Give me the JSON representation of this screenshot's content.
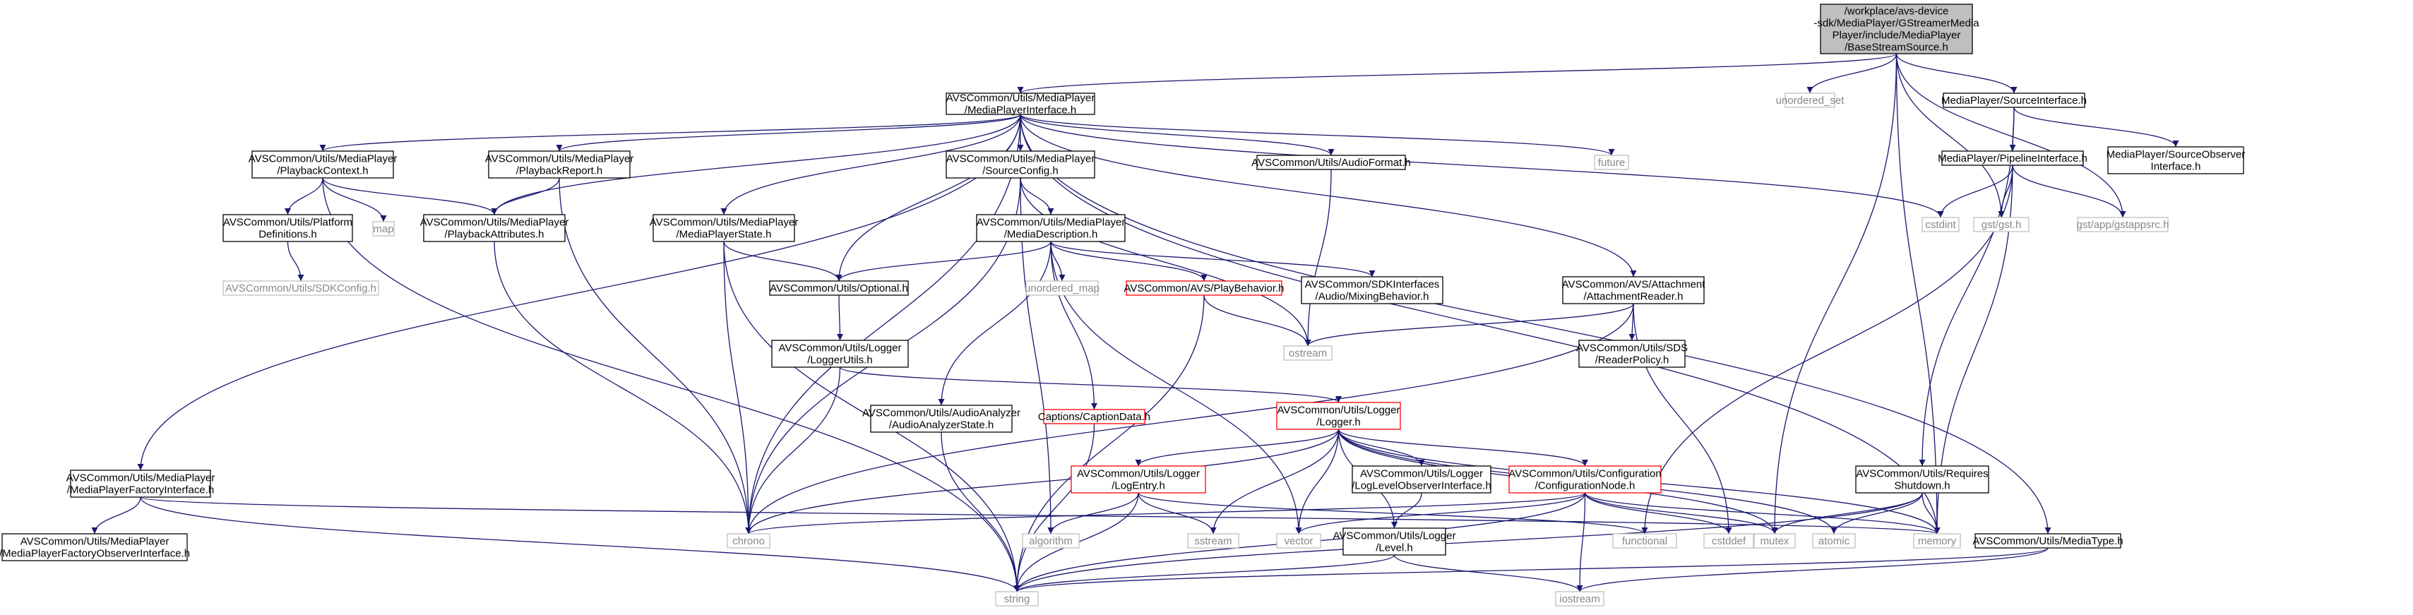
{
  "colors": {
    "edge": "#191970",
    "root_fill": "#bfbfbf",
    "node_border": "#000000",
    "missing_border": "#bfbfbf",
    "partial_border": "#ff0000",
    "missing_text": "#888888"
  },
  "diagram": {
    "nodes": [
      {
        "id": "root",
        "lines": [
          "/workplace/avs-device",
          "-sdk/MediaPlayer/GStreamerMedia",
          "Player/include/MediaPlayer",
          "/BaseStreamSource.h"
        ],
        "kind": "root"
      },
      {
        "id": "mpi",
        "lines": [
          "AVSCommon/Utils/MediaPlayer",
          "/MediaPlayerInterface.h"
        ],
        "kind": "doc"
      },
      {
        "id": "unordered_set",
        "lines": [
          "unordered_set"
        ],
        "kind": "sys"
      },
      {
        "id": "srcif",
        "lines": [
          "MediaPlayer/SourceInterface.h"
        ],
        "kind": "doc"
      },
      {
        "id": "pbctx",
        "lines": [
          "AVSCommon/Utils/MediaPlayer",
          "/PlaybackContext.h"
        ],
        "kind": "doc"
      },
      {
        "id": "pbreport",
        "lines": [
          "AVSCommon/Utils/MediaPlayer",
          "/PlaybackReport.h"
        ],
        "kind": "doc"
      },
      {
        "id": "srccfg",
        "lines": [
          "AVSCommon/Utils/MediaPlayer",
          "/SourceConfig.h"
        ],
        "kind": "doc"
      },
      {
        "id": "audiofmt",
        "lines": [
          "AVSCommon/Utils/AudioFormat.h"
        ],
        "kind": "doc"
      },
      {
        "id": "future",
        "lines": [
          "future"
        ],
        "kind": "sys"
      },
      {
        "id": "map",
        "lines": [
          "map"
        ],
        "kind": "sys"
      },
      {
        "id": "platdef",
        "lines": [
          "AVSCommon/Utils/Platform",
          "Definitions.h"
        ],
        "kind": "doc"
      },
      {
        "id": "sdkconfig",
        "lines": [
          "AVSCommon/Utils/SDKConfig.h"
        ],
        "kind": "sys"
      },
      {
        "id": "pbattr",
        "lines": [
          "AVSCommon/Utils/MediaPlayer",
          "/PlaybackAttributes.h"
        ],
        "kind": "doc"
      },
      {
        "id": "mpstate",
        "lines": [
          "AVSCommon/Utils/MediaPlayer",
          "/MediaPlayerState.h"
        ],
        "kind": "doc"
      },
      {
        "id": "mediadesc",
        "lines": [
          "AVSCommon/Utils/MediaPlayer",
          "/MediaDescription.h"
        ],
        "kind": "doc"
      },
      {
        "id": "optional",
        "lines": [
          "AVSCommon/Utils/Optional.h"
        ],
        "kind": "doc"
      },
      {
        "id": "unordered_map",
        "lines": [
          "unordered_map"
        ],
        "kind": "sys"
      },
      {
        "id": "playbehavior",
        "lines": [
          "AVSCommon/AVS/PlayBehavior.h"
        ],
        "kind": "partial"
      },
      {
        "id": "mixbehavior",
        "lines": [
          "AVSCommon/SDKInterfaces",
          "/Audio/MixingBehavior.h"
        ],
        "kind": "doc"
      },
      {
        "id": "attreader",
        "lines": [
          "AVSCommon/AVS/Attachment",
          "/AttachmentReader.h"
        ],
        "kind": "doc"
      },
      {
        "id": "ostream",
        "lines": [
          "ostream"
        ],
        "kind": "sys"
      },
      {
        "id": "sdsreader",
        "lines": [
          "AVSCommon/Utils/SDS",
          "/ReaderPolicy.h"
        ],
        "kind": "doc"
      },
      {
        "id": "loggerutils",
        "lines": [
          "AVSCommon/Utils/Logger",
          "/LoggerUtils.h"
        ],
        "kind": "doc"
      },
      {
        "id": "aastate",
        "lines": [
          "AVSCommon/Utils/AudioAnalyzer",
          "/AudioAnalyzerState.h"
        ],
        "kind": "doc"
      },
      {
        "id": "caption",
        "lines": [
          "Captions/CaptionData.h"
        ],
        "kind": "partial"
      },
      {
        "id": "logger",
        "lines": [
          "AVSCommon/Utils/Logger",
          "/Logger.h"
        ],
        "kind": "partial"
      },
      {
        "id": "pipeline",
        "lines": [
          "MediaPlayer/PipelineInterface.h"
        ],
        "kind": "doc"
      },
      {
        "id": "srcobs",
        "lines": [
          "MediaPlayer/SourceObserver",
          "Interface.h"
        ],
        "kind": "doc"
      },
      {
        "id": "cstdint",
        "lines": [
          "cstdint"
        ],
        "kind": "sys"
      },
      {
        "id": "gst",
        "lines": [
          "gst/gst.h"
        ],
        "kind": "sys"
      },
      {
        "id": "gstapp",
        "lines": [
          "gst/app/gstappsrc.h"
        ],
        "kind": "sys"
      },
      {
        "id": "mpfactory",
        "lines": [
          "AVSCommon/Utils/MediaPlayer",
          "/MediaPlayerFactoryInterface.h"
        ],
        "kind": "doc"
      },
      {
        "id": "mpfobs",
        "lines": [
          "AVSCommon/Utils/MediaPlayer",
          "/MediaPlayerFactoryObserverInterface.h"
        ],
        "kind": "doc"
      },
      {
        "id": "logentry",
        "lines": [
          "AVSCommon/Utils/Logger",
          "/LogEntry.h"
        ],
        "kind": "partial"
      },
      {
        "id": "loglevelobs",
        "lines": [
          "AVSCommon/Utils/Logger",
          "/LogLevelObserverInterface.h"
        ],
        "kind": "doc"
      },
      {
        "id": "confignode",
        "lines": [
          "AVSCommon/Utils/Configuration",
          "/ConfigurationNode.h"
        ],
        "kind": "partial"
      },
      {
        "id": "reqshutdown",
        "lines": [
          "AVSCommon/Utils/Requires",
          "Shutdown.h"
        ],
        "kind": "doc"
      },
      {
        "id": "chrono",
        "lines": [
          "chrono"
        ],
        "kind": "sys"
      },
      {
        "id": "algorithm",
        "lines": [
          "algorithm"
        ],
        "kind": "sys"
      },
      {
        "id": "sstream",
        "lines": [
          "sstream"
        ],
        "kind": "sys"
      },
      {
        "id": "vector",
        "lines": [
          "vector"
        ],
        "kind": "sys"
      },
      {
        "id": "level",
        "lines": [
          "AVSCommon/Utils/Logger",
          "/Level.h"
        ],
        "kind": "doc"
      },
      {
        "id": "functional",
        "lines": [
          "functional"
        ],
        "kind": "sys"
      },
      {
        "id": "cstddef",
        "lines": [
          "cstddef"
        ],
        "kind": "sys"
      },
      {
        "id": "mutex",
        "lines": [
          "mutex"
        ],
        "kind": "sys"
      },
      {
        "id": "atomic",
        "lines": [
          "atomic"
        ],
        "kind": "sys"
      },
      {
        "id": "memory",
        "lines": [
          "memory"
        ],
        "kind": "sys"
      },
      {
        "id": "mediatype",
        "lines": [
          "AVSCommon/Utils/MediaType.h"
        ],
        "kind": "doc"
      },
      {
        "id": "string",
        "lines": [
          "string"
        ],
        "kind": "sys"
      },
      {
        "id": "iostream",
        "lines": [
          "iostream"
        ],
        "kind": "sys"
      }
    ],
    "edges": [
      [
        "root",
        "mpi"
      ],
      [
        "root",
        "unordered_set"
      ],
      [
        "root",
        "srcif"
      ],
      [
        "root",
        "gst"
      ],
      [
        "root",
        "gstapp"
      ],
      [
        "root",
        "mutex"
      ],
      [
        "root",
        "memory"
      ],
      [
        "mpi",
        "pbctx"
      ],
      [
        "mpi",
        "pbreport"
      ],
      [
        "mpi",
        "srccfg"
      ],
      [
        "mpi",
        "audiofmt"
      ],
      [
        "mpi",
        "future"
      ],
      [
        "mpi",
        "mpstate"
      ],
      [
        "mpi",
        "optional"
      ],
      [
        "mpi",
        "attreader"
      ],
      [
        "mpi",
        "mpfactory"
      ],
      [
        "mpi",
        "pbattr"
      ],
      [
        "mpi",
        "chrono"
      ],
      [
        "mpi",
        "cstdint"
      ],
      [
        "mpi",
        "memory"
      ],
      [
        "mpi",
        "mediatype"
      ],
      [
        "pbctx",
        "map"
      ],
      [
        "pbctx",
        "platdef"
      ],
      [
        "pbctx",
        "pbattr"
      ],
      [
        "pbctx",
        "string"
      ],
      [
        "platdef",
        "sdkconfig"
      ],
      [
        "pbreport",
        "pbattr"
      ],
      [
        "pbreport",
        "chrono"
      ],
      [
        "pbattr",
        "chrono"
      ],
      [
        "srccfg",
        "mediadesc"
      ],
      [
        "srccfg",
        "chrono"
      ],
      [
        "srccfg",
        "ostream"
      ],
      [
        "srccfg",
        "algorithm"
      ],
      [
        "audiofmt",
        "ostream"
      ],
      [
        "mpstate",
        "optional"
      ],
      [
        "mpstate",
        "chrono"
      ],
      [
        "mpstate",
        "string"
      ],
      [
        "mediadesc",
        "optional"
      ],
      [
        "mediadesc",
        "unordered_map"
      ],
      [
        "mediadesc",
        "playbehavior"
      ],
      [
        "mediadesc",
        "mixbehavior"
      ],
      [
        "mediadesc",
        "aastate"
      ],
      [
        "mediadesc",
        "caption"
      ],
      [
        "mediadesc",
        "vector"
      ],
      [
        "optional",
        "loggerutils"
      ],
      [
        "loggerutils",
        "logger"
      ],
      [
        "loggerutils",
        "chrono"
      ],
      [
        "playbehavior",
        "ostream"
      ],
      [
        "playbehavior",
        "string"
      ],
      [
        "attreader",
        "sdsreader"
      ],
      [
        "attreader",
        "ostream"
      ],
      [
        "attreader",
        "cstddef"
      ],
      [
        "attreader",
        "chrono"
      ],
      [
        "aastate",
        "string"
      ],
      [
        "caption",
        "string"
      ],
      [
        "logger",
        "logentry"
      ],
      [
        "logger",
        "loglevelobs"
      ],
      [
        "logger",
        "confignode"
      ],
      [
        "logger",
        "level"
      ],
      [
        "logger",
        "chrono"
      ],
      [
        "logger",
        "sstream"
      ],
      [
        "logger",
        "vector"
      ],
      [
        "logger",
        "mutex"
      ],
      [
        "logger",
        "atomic"
      ],
      [
        "logger",
        "memory"
      ],
      [
        "logentry",
        "algorithm"
      ],
      [
        "logentry",
        "sstream"
      ],
      [
        "logentry",
        "string"
      ],
      [
        "logentry",
        "functional"
      ],
      [
        "loglevelobs",
        "level"
      ],
      [
        "level",
        "string"
      ],
      [
        "level",
        "iostream"
      ],
      [
        "confignode",
        "chrono"
      ],
      [
        "confignode",
        "iostream"
      ],
      [
        "confignode",
        "string"
      ],
      [
        "confignode",
        "vector"
      ],
      [
        "confignode",
        "cstddef"
      ],
      [
        "confignode",
        "mutex"
      ],
      [
        "confignode",
        "memory"
      ],
      [
        "srcif",
        "pipeline"
      ],
      [
        "srcif",
        "srcobs"
      ],
      [
        "srcif",
        "reqshutdown"
      ],
      [
        "pipeline",
        "cstdint"
      ],
      [
        "pipeline",
        "gst"
      ],
      [
        "pipeline",
        "gstapp"
      ],
      [
        "pipeline",
        "functional"
      ],
      [
        "pipeline",
        "memory"
      ],
      [
        "reqshutdown",
        "mutex"
      ],
      [
        "reqshutdown",
        "atomic"
      ],
      [
        "reqshutdown",
        "memory"
      ],
      [
        "reqshutdown",
        "string"
      ],
      [
        "mpfactory",
        "mpfobs"
      ],
      [
        "mpfactory",
        "memory"
      ],
      [
        "mpfactory",
        "string"
      ],
      [
        "mediatype",
        "iostream"
      ],
      [
        "mediatype",
        "string"
      ]
    ]
  }
}
